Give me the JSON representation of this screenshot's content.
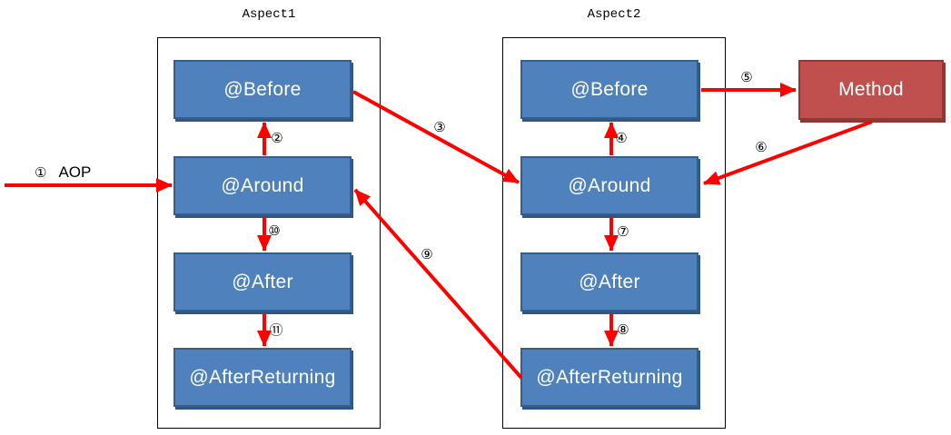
{
  "diagram": {
    "title_hint": "AOP aspect advice execution order",
    "aspect1": {
      "title": "Aspect1",
      "boxes": [
        "@Before",
        "@Around",
        "@After",
        "@AfterReturning"
      ]
    },
    "aspect2": {
      "title": "Aspect2",
      "boxes": [
        "@Before",
        "@Around",
        "@After",
        "@AfterReturning"
      ]
    },
    "method": {
      "label": "Method"
    },
    "arrows": [
      {
        "label": "①",
        "caption": "AOP",
        "from": "caller",
        "to": "aspect1.@Around"
      },
      {
        "label": "②",
        "from": "aspect1.@Around",
        "to": "aspect1.@Before"
      },
      {
        "label": "③",
        "from": "aspect1.@Before",
        "to": "aspect2.@Around"
      },
      {
        "label": "④",
        "from": "aspect2.@Around",
        "to": "aspect2.@Before"
      },
      {
        "label": "⑤",
        "from": "aspect2.@Before",
        "to": "Method"
      },
      {
        "label": "⑥",
        "from": "Method",
        "to": "aspect2.@Around"
      },
      {
        "label": "⑦",
        "from": "aspect2.@Around",
        "to": "aspect2.@After"
      },
      {
        "label": "⑧",
        "from": "aspect2.@After",
        "to": "aspect2.@AfterReturning"
      },
      {
        "label": "⑨",
        "from": "aspect2.@AfterReturning",
        "to": "aspect1.@Around"
      },
      {
        "label": "⑩",
        "from": "aspect1.@Around",
        "to": "aspect1.@After"
      },
      {
        "label": "⑪",
        "from": "aspect1.@After",
        "to": "aspect1.@AfterReturning"
      }
    ],
    "colors": {
      "box_fill": "#4F81BD",
      "box_border": "#385D8A",
      "box_shadow": "#2F5783",
      "method_fill": "#C0504D",
      "method_border": "#943634",
      "method_shadow": "#8C3836",
      "arrow": "#FF0000",
      "frame": "#000000",
      "label_text": "#000000",
      "box_text": "#FFFFFF"
    }
  }
}
